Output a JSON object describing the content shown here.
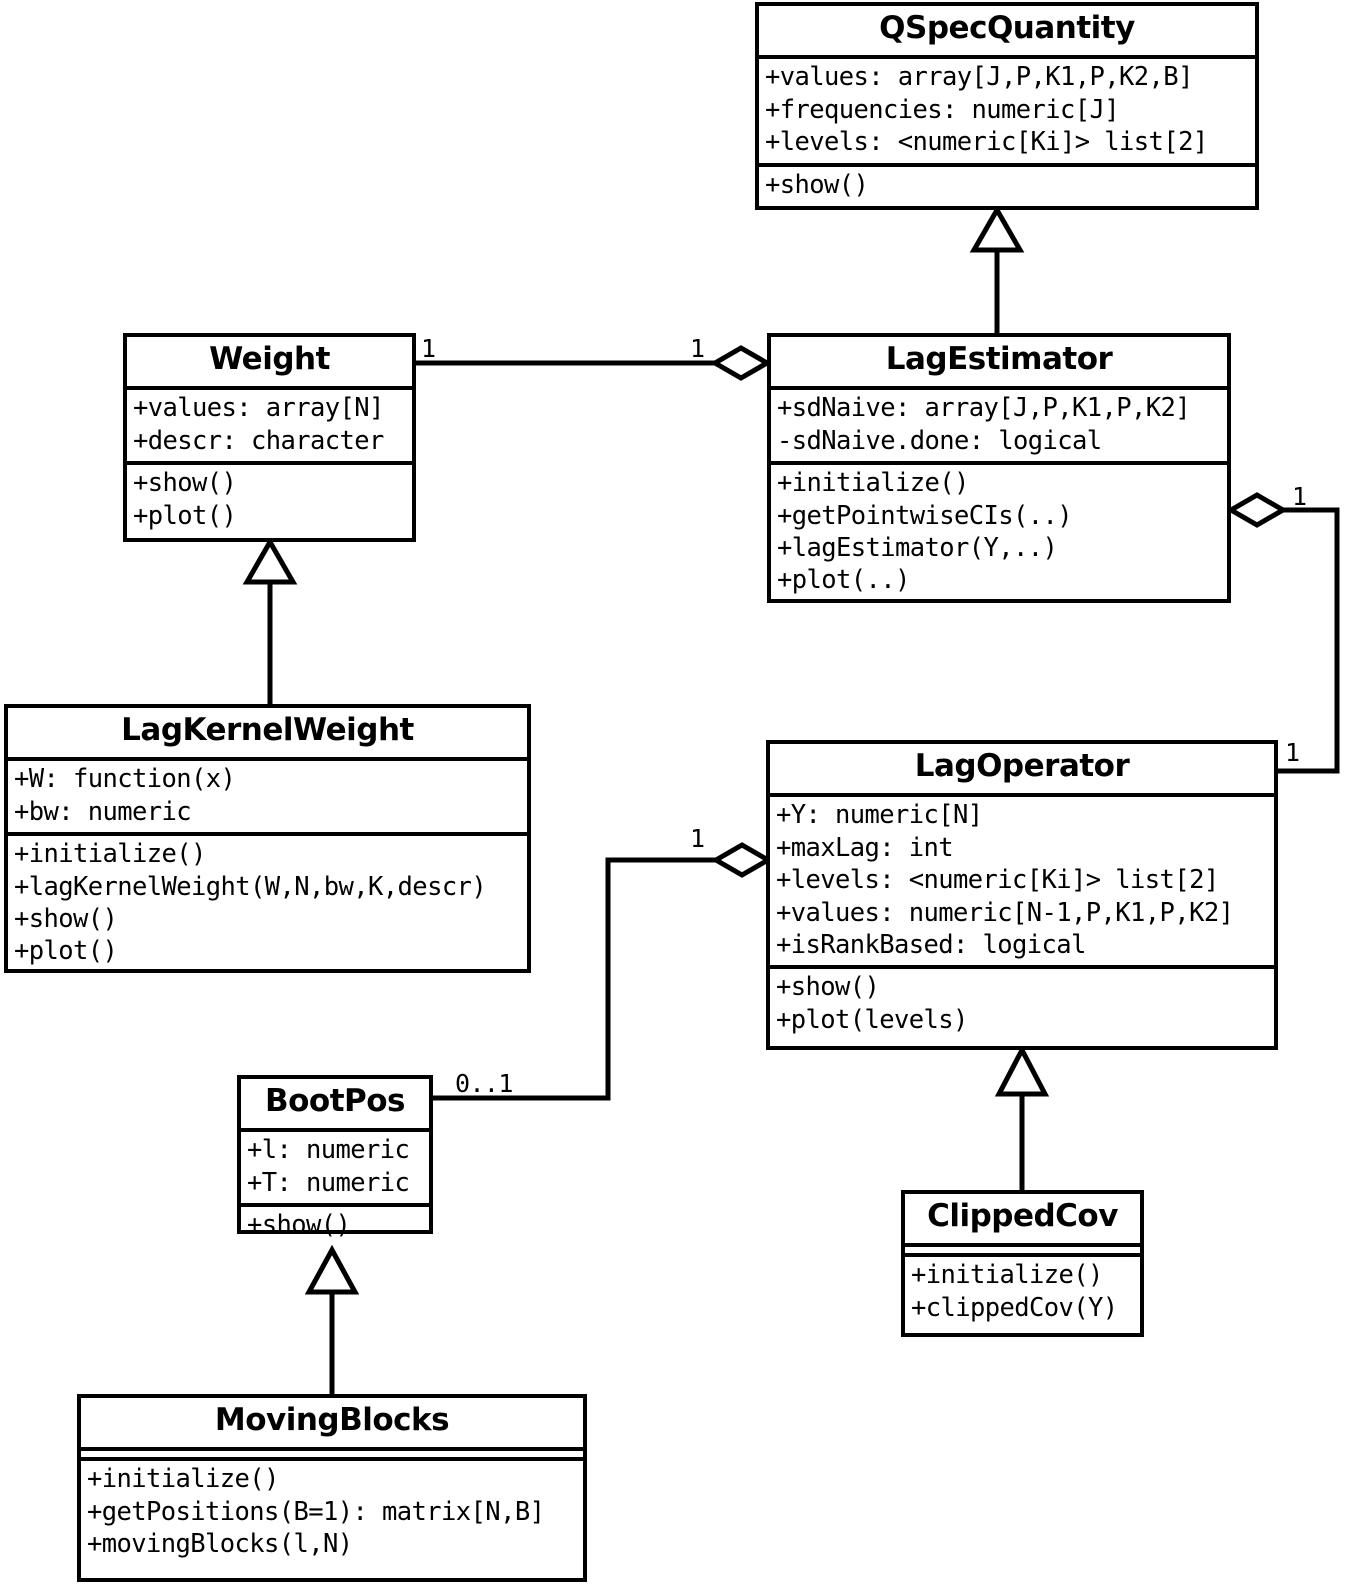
{
  "diagram": {
    "kind": "uml-class-diagram",
    "background": "#ffffff",
    "line_color": "#000000",
    "classes": [
      {
        "id": "qspecquantity",
        "name": "QSpecQuantity",
        "attributes": [
          "+values: array[J,P,K1,P,K2,B]",
          "+frequencies: numeric[J]",
          "+levels: <numeric[Ki]> list[2]"
        ],
        "methods": [
          "+show()"
        ]
      },
      {
        "id": "weight",
        "name": "Weight",
        "attributes": [
          "+values: array[N]",
          "+descr: character"
        ],
        "methods": [
          "+show()",
          "+plot()"
        ]
      },
      {
        "id": "lagestimator",
        "name": "LagEstimator",
        "attributes": [
          "+sdNaive: array[J,P,K1,P,K2]",
          "-sdNaive.done: logical"
        ],
        "methods": [
          "+initialize()",
          "+getPointwiseCIs(..)",
          "+lagEstimator(Y,..)",
          "+plot(..)"
        ]
      },
      {
        "id": "lagkernelweight",
        "name": "LagKernelWeight",
        "attributes": [
          "+W: function(x)",
          "+bw: numeric"
        ],
        "methods": [
          "+initialize()",
          "+lagKernelWeight(W,N,bw,K,descr)",
          "+show()",
          "+plot()"
        ]
      },
      {
        "id": "lagoperator",
        "name": "LagOperator",
        "attributes": [
          "+Y: numeric[N]",
          "+maxLag: int",
          "+levels: <numeric[Ki]> list[2]",
          "+values: numeric[N-1,P,K1,P,K2]",
          "+isRankBased: logical"
        ],
        "methods": [
          "+show()",
          "+plot(levels)"
        ]
      },
      {
        "id": "bootpos",
        "name": "BootPos",
        "attributes": [
          "+l: numeric",
          "+T: numeric"
        ],
        "methods": [
          "+show()"
        ]
      },
      {
        "id": "clippedcov",
        "name": "ClippedCov",
        "attributes": [],
        "methods": [
          "+initialize()",
          "+clippedCov(Y)"
        ]
      },
      {
        "id": "movingblocks",
        "name": "MovingBlocks",
        "attributes": [],
        "methods": [
          "+initialize()",
          "+getPositions(B=1): matrix[N,B]",
          "+movingBlocks(l,N)"
        ]
      }
    ],
    "relationships": [
      {
        "id": "gen-lagestimator-qspecquantity",
        "type": "generalization",
        "from": "LagEstimator",
        "to": "QSpecQuantity"
      },
      {
        "id": "gen-lagkernelweight-weight",
        "type": "generalization",
        "from": "LagKernelWeight",
        "to": "Weight"
      },
      {
        "id": "gen-movingblocks-bootpos",
        "type": "generalization",
        "from": "MovingBlocks",
        "to": "BootPos"
      },
      {
        "id": "gen-clippedcov-lagoperator",
        "type": "generalization",
        "from": "ClippedCov",
        "to": "LagOperator"
      },
      {
        "id": "agg-lagestimator-weight",
        "type": "aggregation",
        "whole": "LagEstimator",
        "part": "Weight",
        "mult_part": "1",
        "mult_whole": "1"
      },
      {
        "id": "agg-lagestimator-lagoperator",
        "type": "aggregation",
        "whole": "LagEstimator",
        "part": "LagOperator",
        "mult_whole": "1",
        "mult_part": "1"
      },
      {
        "id": "agg-lagoperator-bootpos",
        "type": "aggregation",
        "whole": "LagOperator",
        "part": "BootPos",
        "mult_whole": "1",
        "mult_part": "0..1"
      }
    ],
    "multiplicity_labels": {
      "weight_to_lagestimator_left": "1",
      "weight_to_lagestimator_right": "1",
      "lagestimator_right": "1",
      "lagoperator_right": "1",
      "bootpos_right": "0..1",
      "lagoperator_left": "1"
    }
  }
}
